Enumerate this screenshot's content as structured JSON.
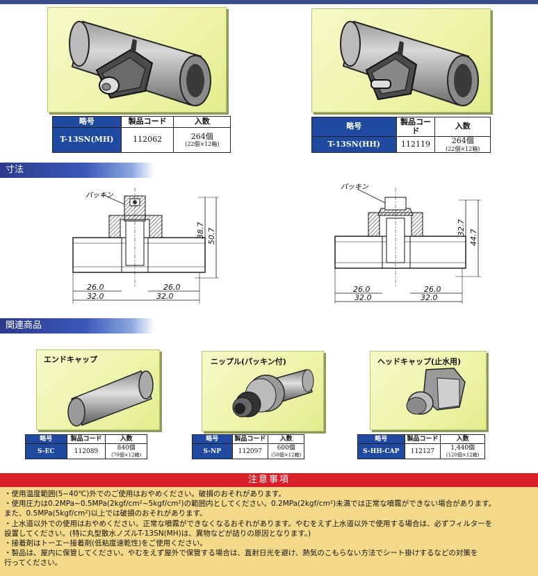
{
  "products_top": [
    {
      "header": {
        "code": "略号",
        "product_code": "製品コード",
        "qty": "入数"
      },
      "code": "T-13SN(MH)",
      "product_code": "112062",
      "qty": "264個",
      "qty_sub": "(22個×12箱)"
    },
    {
      "header": {
        "code": "略号",
        "product_code": "製品コード",
        "qty": "入数"
      },
      "code": "T-13SN(HH)",
      "product_code": "112119",
      "qty": "264個",
      "qty_sub": "(22個×12箱)"
    }
  ],
  "dimensions": {
    "title": "寸法",
    "left": {
      "label": "パッキン",
      "h1": "38.7",
      "h2": "50.7",
      "w1": "26.0",
      "w2": "26.0",
      "w3": "32.0",
      "w4": "32.0"
    },
    "right": {
      "label": "パッキン",
      "h1": "32.7",
      "h2": "44.7",
      "w1": "26.0",
      "w2": "26.0",
      "w3": "32.0",
      "w4": "32.0"
    }
  },
  "related": {
    "title": "関連商品",
    "items": [
      {
        "name": "エンドキャップ",
        "header": {
          "code": "略号",
          "product_code": "製品コード",
          "qty": "入数"
        },
        "code": "S-EC",
        "product_code": "112089",
        "qty": "840個",
        "qty_sub": "(70個×12箱)"
      },
      {
        "name": "ニップル(パッキン付)",
        "header": {
          "code": "略号",
          "product_code": "製品コード",
          "qty": "入数"
        },
        "code": "S-NP",
        "product_code": "112097",
        "qty": "600個",
        "qty_sub": "(50個×12箱)"
      },
      {
        "name": "ヘッドキャップ(止水用)",
        "header": {
          "code": "略号",
          "product_code": "製品コード",
          "qty": "入数"
        },
        "code": "S-HH-CAP",
        "product_code": "112127",
        "qty": "1,440個",
        "qty_sub": "(120個×12箱)"
      }
    ]
  },
  "notes": {
    "title": "注意事項",
    "lines": [
      "・使用温度範囲(5~40℃)外でのご使用はおやめください。破損のおそれがあります。",
      "・使用圧力は0.2MPa~0.5MPa(2kgf/cm²~5kgf/cm²)の範囲内としてください。0.2MPa(2kgf/cm²)未満では正常な噴霧ができない場合があります。",
      "また、0.5MPa(5kgf/cm²)以上では破損のおそれがあります。",
      "・上水道以外での使用はおやめください。正常な噴霧ができなくなるおそれがあります。やむをえず上水道以外で使用する場合は、必ずフィルターを",
      "設置してください。(特に丸型散水ノズルT-13SN(MH)は、異物などが詰りの原因となります。)",
      "・接着剤はトーエー接着剤(低粘度速乾性)をご使用ください。",
      "・製品は、屋内に保管してください。やむをえず屋外で保管する場合は、直射日光を避け、熱気のこもらない方法でシート掛けするなどの対策を",
      "行ってください。"
    ]
  }
}
